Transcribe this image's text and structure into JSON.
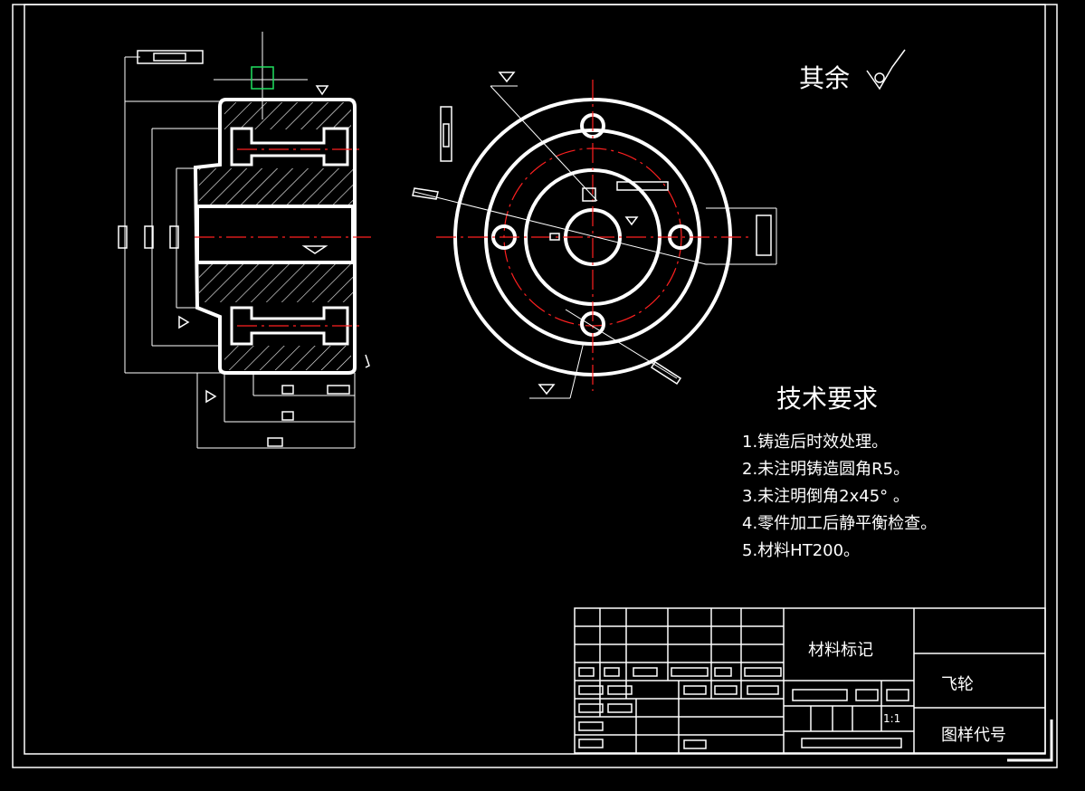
{
  "surface_note": {
    "label": "其余"
  },
  "technical_requirements": {
    "title": "技术要求",
    "items": [
      "1.铸造后时效处理。",
      "2.未注明铸造圆角R5。",
      "3.未注明倒角2x45° 。",
      "4.零件加工后静平衡检查。",
      "5.材料HT200。"
    ]
  },
  "title_block": {
    "material_mark": "材料标记",
    "part_name": "飞轮",
    "drawing_code": "图样代号",
    "scale": "1:1"
  },
  "colors": {
    "background": "#000000",
    "line": "#ffffff",
    "centerline": "#ff2020",
    "highlight": "#20e060"
  }
}
